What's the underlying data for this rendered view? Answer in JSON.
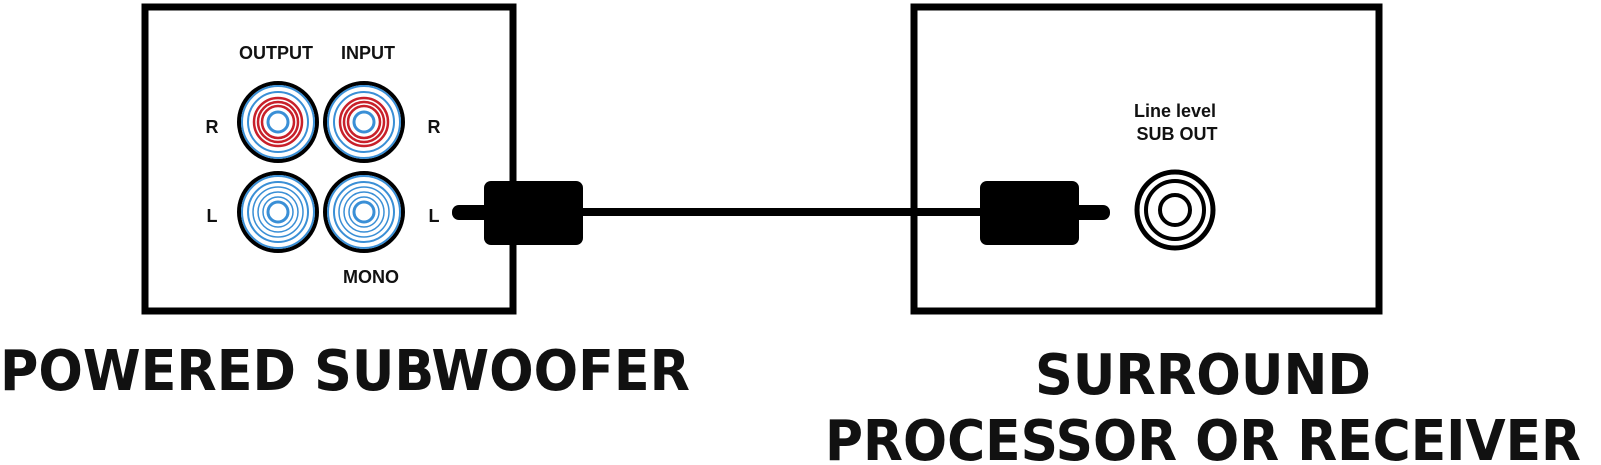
{
  "subwoofer": {
    "title": "POWERED SUBWOOFER",
    "output_label": "OUTPUT",
    "input_label": "INPUT",
    "mono_label": "MONO",
    "output_right_label": "R",
    "output_left_label": "L",
    "input_right_label": "R",
    "input_left_label": "L"
  },
  "receiver": {
    "title_line1": "SURROUND",
    "title_line2": "PROCESSOR OR RECEIVER",
    "sub_out_line1": "Line level",
    "sub_out_line2": "SUB OUT"
  },
  "colors": {
    "outline": "#000000",
    "jack_blue": "#3a8fd6",
    "jack_red": "#c8202a"
  }
}
